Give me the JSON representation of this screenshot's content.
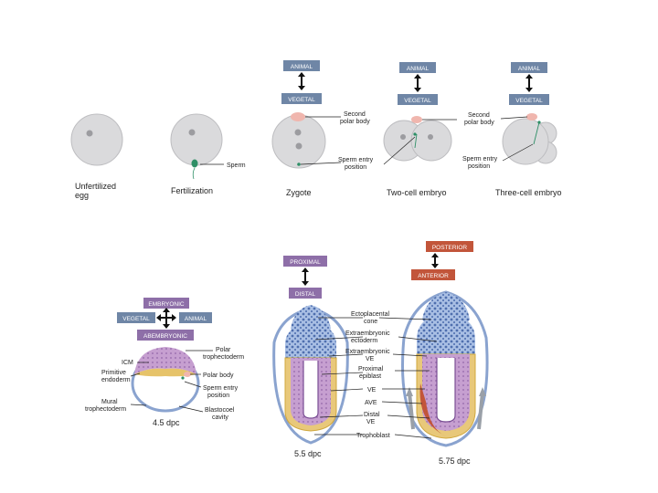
{
  "colors": {
    "tag_blue": "#6f86a6",
    "tag_purple": "#8e6fa8",
    "tag_red": "#c2553a",
    "cell_gray": "#d8d8da",
    "polar_body_pink": "#f0b6ae",
    "sperm_green": "#2e8f66",
    "embryo_blue": "#8fa9d6",
    "embryo_purple": "#b98fc4",
    "yolk_yellow": "#e6c36a"
  },
  "top_row": {
    "animal_tags": [
      "ANIMAL",
      "ANIMAL",
      "ANIMAL"
    ],
    "vegetal_tags": [
      "VEGETAL",
      "VEGETAL",
      "VEGETAL"
    ],
    "stages": [
      "Unfertilized egg",
      "Fertilization",
      "Zygote",
      "Two-cell embryo",
      "Three-cell embryo"
    ],
    "unfertilized_lines": [
      "Unfertilized",
      "egg"
    ],
    "sperm_label": "Sperm",
    "zygote_labels": {
      "second_polar_body": [
        "Second",
        "polar body"
      ],
      "sperm_entry": [
        "Sperm entry",
        "position"
      ]
    },
    "three_cell_labels": {
      "second_polar_body": [
        "Second",
        "polar body"
      ],
      "sperm_entry": [
        "Sperm entry",
        "position"
      ]
    }
  },
  "blastocyst": {
    "tags": {
      "embryonic": "EMBRYONIC",
      "abembryonic": "ABEMBRYONIC",
      "vegetal": "VEGETAL",
      "animal": "ANIMAL"
    },
    "labels_left": {
      "icm": "ICM",
      "primitive_endoderm": [
        "Primitive",
        "endoderm"
      ],
      "mural": [
        "Mural",
        "trophectoderm"
      ]
    },
    "labels_right": {
      "polar_troph": [
        "Polar",
        "trophectoderm"
      ],
      "polar_body": "Polar body",
      "sperm_entry": [
        "Sperm entry",
        "position"
      ],
      "blastocoel": [
        "Blastocoel",
        "cavity"
      ]
    },
    "stage": "4.5 dpc"
  },
  "egg_cylinder": {
    "tags": {
      "proximal": "PROXIMAL",
      "distal": "DISTAL",
      "posterior": "POSTERIOR",
      "anterior": "ANTERIOR"
    },
    "labels": {
      "ectoplacental_cone": [
        "Ectoplacental",
        "cone"
      ],
      "extraembryonic_ectoderm": [
        "Extraembryonic",
        "ectoderm"
      ],
      "extraembryonic_ve": [
        "Extraembryonic",
        "VE"
      ],
      "proximal_epiblast": [
        "Proximal",
        "epiblast"
      ],
      "ve": "VE",
      "ave": "AVE",
      "distal_ve": [
        "Distal",
        "VE"
      ],
      "trophoblast": "Trophoblast"
    },
    "stage_left": "5.5 dpc",
    "stage_right": "5.75 dpc"
  }
}
